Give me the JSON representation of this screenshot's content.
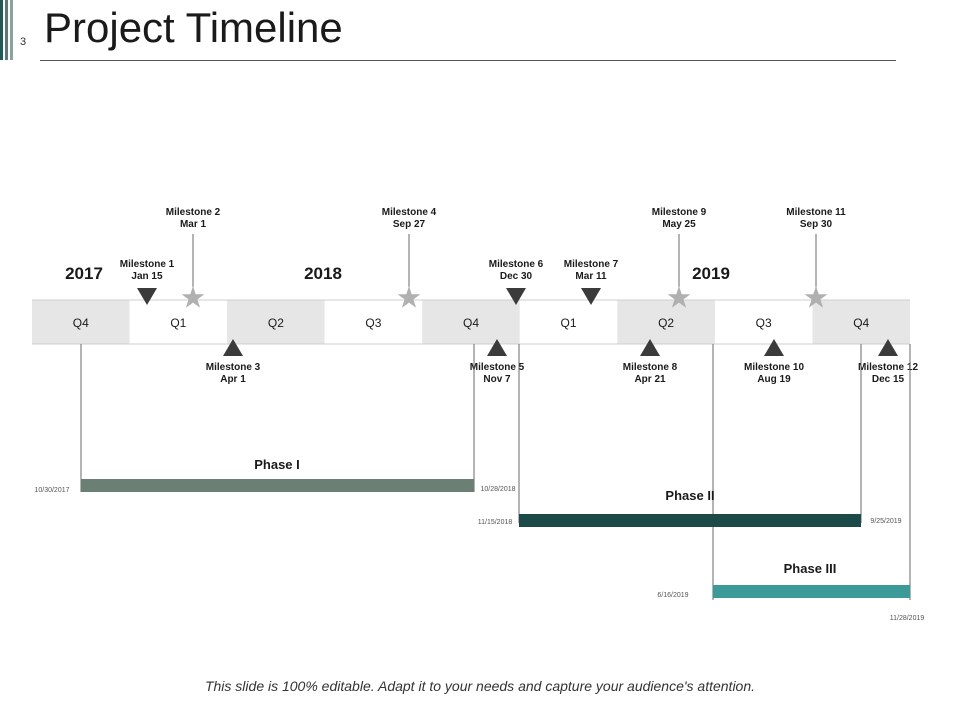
{
  "slide": {
    "number": "3",
    "title": "Project Timeline",
    "footer": "This slide is 100% editable. Adapt it to your needs and capture your audience's attention."
  },
  "colors": {
    "accent_bars": [
      "#1f5a57",
      "#5a7a72",
      "#8aa39b"
    ],
    "quarter_shade": "#e6e6e6",
    "quarter_plain": "#ffffff",
    "marker_dark": "#3b3b3b",
    "star": "#b0b0b0",
    "guide_line": "#6a6a6a"
  },
  "timeline": {
    "years": [
      "2017",
      "2018",
      "2019"
    ],
    "quarters": [
      "Q4",
      "Q1",
      "Q2",
      "Q3",
      "Q4",
      "Q1",
      "Q2",
      "Q3",
      "Q4"
    ],
    "milestones_above": [
      {
        "name": "Milestone 1",
        "date": "Jan 15",
        "icon": "triangle-down-icon"
      },
      {
        "name": "Milestone 2",
        "date": "Mar 1",
        "icon": "star-icon"
      },
      {
        "name": "Milestone 4",
        "date": "Sep 27",
        "icon": "star-icon"
      },
      {
        "name": "Milestone 6",
        "date": "Dec 30",
        "icon": "triangle-down-icon"
      },
      {
        "name": "Milestone 7",
        "date": "Mar 11",
        "icon": "triangle-down-icon"
      },
      {
        "name": "Milestone 9",
        "date": "May 25",
        "icon": "star-icon"
      },
      {
        "name": "Milestone 11",
        "date": "Sep 30",
        "icon": "star-icon"
      }
    ],
    "milestones_below": [
      {
        "name": "Milestone 3",
        "date": "Apr 1",
        "icon": "triangle-up-icon"
      },
      {
        "name": "Milestone 5",
        "date": "Nov 7",
        "icon": "triangle-up-icon"
      },
      {
        "name": "Milestone 8",
        "date": "Apr 21",
        "icon": "triangle-up-icon"
      },
      {
        "name": "Milestone 10",
        "date": "Aug 19",
        "icon": "triangle-up-icon"
      },
      {
        "name": "Milestone 12",
        "date": "Dec 15",
        "icon": "triangle-up-icon"
      }
    ],
    "phases": [
      {
        "name": "Phase I",
        "start": "10/30/2017",
        "end": "10/28/2018",
        "color": "#6b7f75"
      },
      {
        "name": "Phase II",
        "start": "11/15/2018",
        "end": "9/25/2019",
        "color": "#1c4a48"
      },
      {
        "name": "Phase III",
        "start": "6/16/2019",
        "end": "11/28/2019",
        "color": "#3c9a98"
      }
    ]
  }
}
